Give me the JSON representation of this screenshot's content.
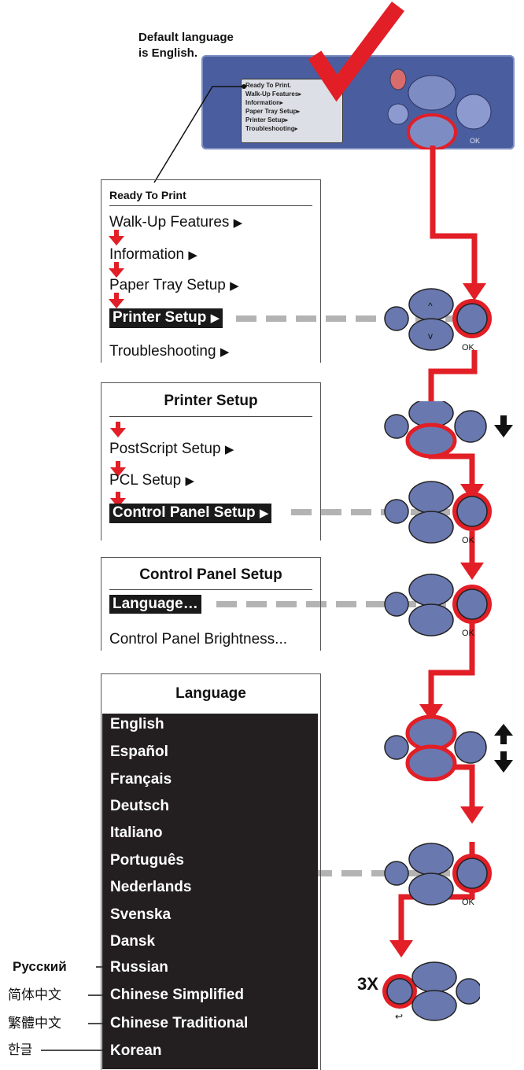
{
  "callout": {
    "text": "Default language\nis English."
  },
  "panel": {
    "lcd_lines": [
      "Ready To Print.",
      "Walk-Up Features▸",
      "Information▸",
      "Paper Tray Setup▸",
      "Printer Setup▸",
      "Troubleshooting▸"
    ],
    "ok_label": "OK"
  },
  "screen1": {
    "title": "Ready To Print",
    "items": [
      "Walk-Up Features",
      "Information",
      "Paper Tray Setup",
      "Printer Setup",
      "Troubleshooting"
    ],
    "selected_index": 3
  },
  "screen2": {
    "title": "Printer Setup",
    "items": [
      "PostScript Setup",
      "PCL Setup",
      "Control Panel Setup"
    ],
    "selected_index": 2
  },
  "screen3": {
    "title": "Control Panel Setup",
    "items": [
      "Language…",
      "Control Panel Brightness..."
    ],
    "selected_index": 0
  },
  "screen4": {
    "title": "Language",
    "items": [
      "English",
      "Español",
      "Français",
      "Deutsch",
      "Italiano",
      "Português",
      "Nederlands",
      "Svenska",
      "Dansk",
      "Russian",
      "Chinese Simplified",
      "Chinese Traditional",
      "Korean"
    ]
  },
  "native_labels": [
    "Русский",
    "简体中文",
    "繁體中文",
    "한글"
  ],
  "keypad": {
    "ok_label": "OK",
    "repeat_label": "3X"
  },
  "colors": {
    "accent_red": "#e21e26",
    "button_blue": "#6a78b0",
    "dash_gray": "#b3b3b3",
    "panel_blue": "#4a5d9e"
  }
}
